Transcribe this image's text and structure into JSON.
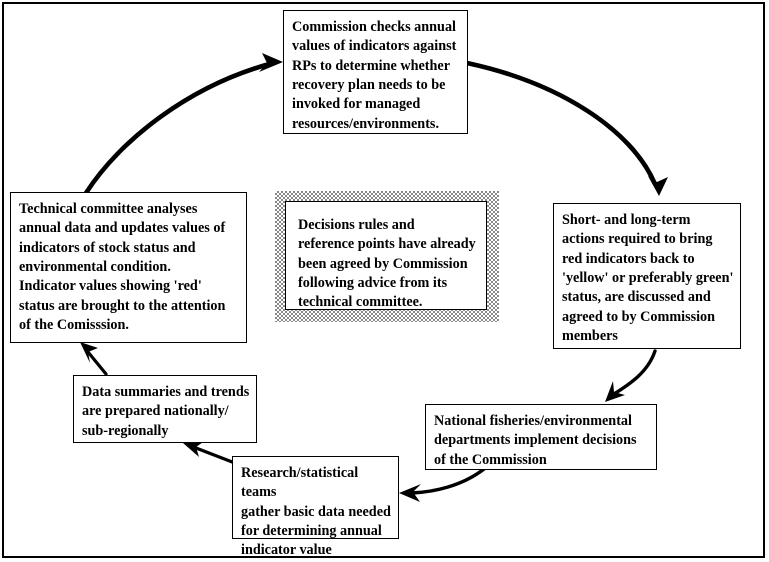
{
  "diagram": {
    "title": "Commission management and indicator review cycle",
    "type": "cyclic-flowchart",
    "background_color": "#ffffff",
    "border_color": "#000000",
    "text_color": "#000000",
    "shadow_color": "#8a8a8a",
    "nodes": [
      {
        "id": "commission-checks",
        "name": "commission-checks-box",
        "text": "Commission checks annual\nvalues of indicators against\nRPs to determine whether\nrecovery plan needs to be\ninvoked for managed\nresources/environments."
      },
      {
        "id": "technical-committee",
        "name": "technical-committee-box",
        "text": "Technical committee analyses\nannual data and updates values of\nindicators of stock status and\nenvironmental condition.\nIndicator values showing 'red'\nstatus are brought to the attention\nof the Comisssion."
      },
      {
        "id": "decision-rules",
        "name": "decision-rules-box",
        "text": "Decisions rules and\nreference points have already\nbeen agreed by Commission\nfollowing advice from its\ntechnical committee."
      },
      {
        "id": "short-long-term-actions",
        "name": "short-and-long-term-actions-box",
        "text": "Short- and long-term\nactions required to bring\nred indicators back to\n'yellow' or preferably green'\nstatus, are discussed and\nagreed to by Commission\nmembers"
      },
      {
        "id": "national-departments",
        "name": "national-fisheries-departments-box",
        "text": "National fisheries/environmental\ndepartments implement decisions\nof the Commission"
      },
      {
        "id": "research-teams",
        "name": "research-statistical-teams-box",
        "text": "Research/statistical teams\ngather basic data needed\nfor determining annual\nindicator value"
      },
      {
        "id": "data-summaries",
        "name": "data-summaries-box",
        "text": "Data summaries and trends\nare prepared nationally/\nsub-regionally"
      }
    ],
    "connections": [
      {
        "from": "technical-committee",
        "to": "commission-checks",
        "style": "curved-arrow"
      },
      {
        "from": "commission-checks",
        "to": "short-long-term-actions",
        "style": "curved-arrow"
      },
      {
        "from": "short-long-term-actions",
        "to": "national-departments",
        "style": "curved-arrow"
      },
      {
        "from": "national-departments",
        "to": "research-teams",
        "style": "curved-arrow"
      },
      {
        "from": "research-teams",
        "to": "data-summaries",
        "style": "straight-arrow"
      },
      {
        "from": "data-summaries",
        "to": "technical-committee",
        "style": "straight-arrow"
      }
    ]
  }
}
